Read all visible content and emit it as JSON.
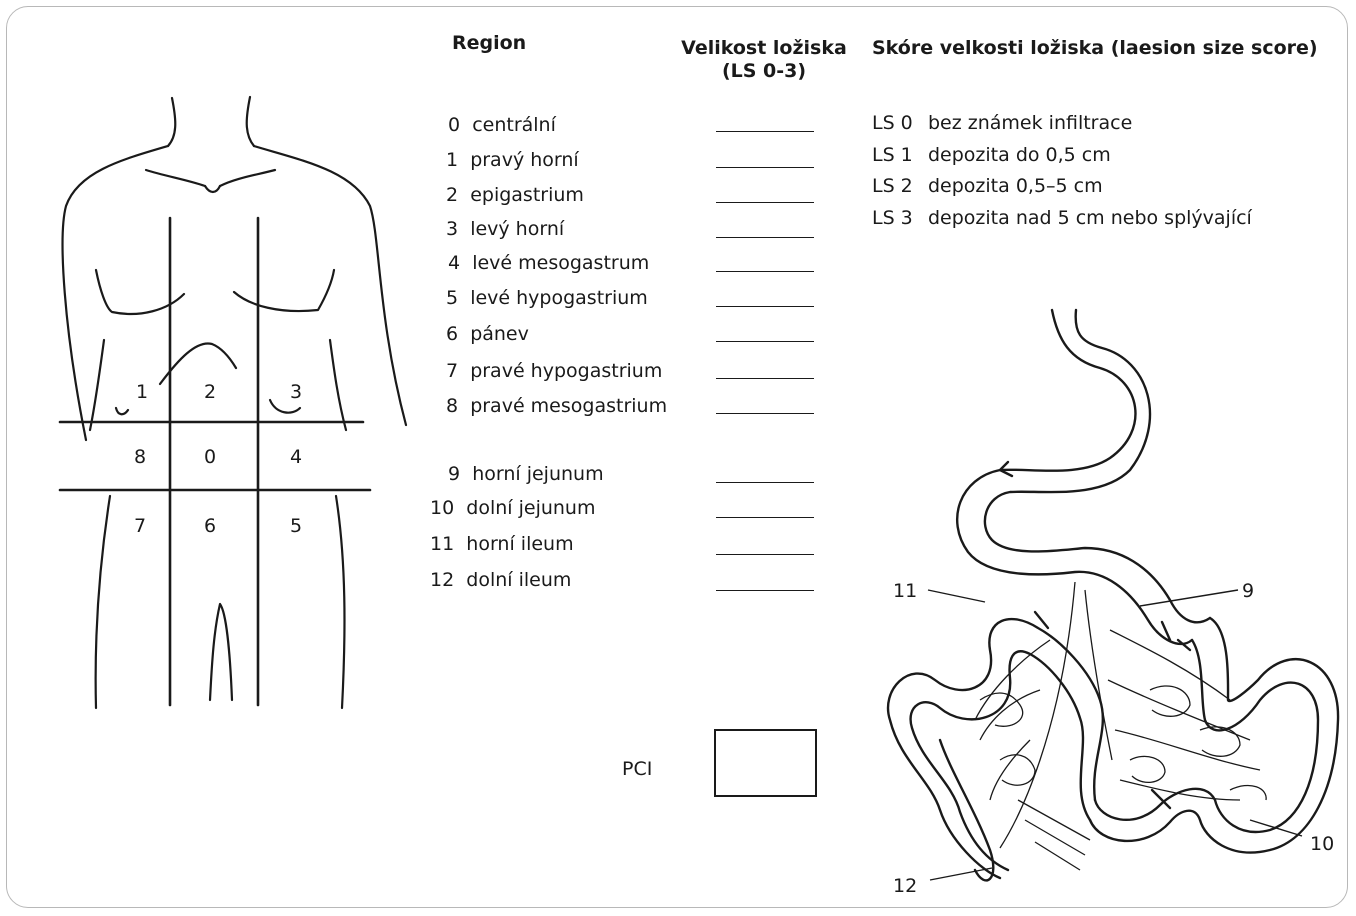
{
  "headers": {
    "region": "Region",
    "size_line1": "Velikost ložiska",
    "size_line2": "(LS 0-3)",
    "score": "Skóre velkosti ložiska (laesion size score)"
  },
  "regions": [
    {
      "num": "0",
      "name": "centrální"
    },
    {
      "num": "1",
      "name": "pravý horní"
    },
    {
      "num": "2",
      "name": "epigastrium"
    },
    {
      "num": "3",
      "name": "levý horní"
    },
    {
      "num": "4",
      "name": "levé mesogastrum"
    },
    {
      "num": "5",
      "name": "levé hypogastrium"
    },
    {
      "num": "6",
      "name": "pánev"
    },
    {
      "num": "7",
      "name": "pravé hypogastrium"
    },
    {
      "num": "8",
      "name": "pravé mesogastrium"
    },
    {
      "num": "9",
      "name": "horní jejunum"
    },
    {
      "num": "10",
      "name": "dolní jejunum"
    },
    {
      "num": "11",
      "name": "horní ileum"
    },
    {
      "num": "12",
      "name": "dolní ileum"
    }
  ],
  "scores": [
    {
      "code": "LS 0",
      "desc": "bez známek infiltrace"
    },
    {
      "code": "LS 1",
      "desc": "depozita do 0,5 cm"
    },
    {
      "code": "LS 2",
      "desc": "depozita 0,5–5 cm"
    },
    {
      "code": "LS 3",
      "desc": "depozita nad 5 cm nebo splývající"
    }
  ],
  "pci_label": "PCI",
  "body_grid_labels": [
    "1",
    "2",
    "3",
    "8",
    "0",
    "4",
    "7",
    "6",
    "5"
  ],
  "intestine_labels": [
    "11",
    "9",
    "12",
    "10"
  ]
}
